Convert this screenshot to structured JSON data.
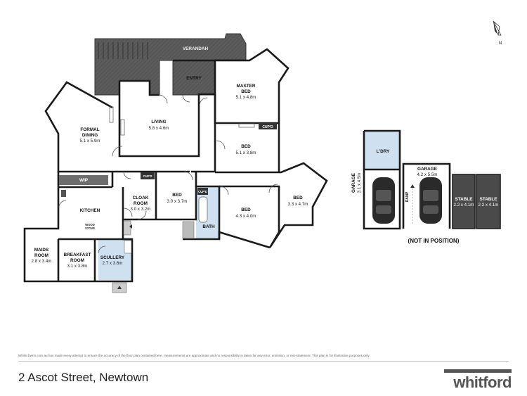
{
  "rooms": {
    "verandah": "VERANDAH",
    "entry": "ENTRY",
    "master_bed": {
      "name": [
        "MASTER",
        "BED"
      ],
      "size": "5.1 x 4.8m"
    },
    "living": {
      "name": "LIVING",
      "size": "5.8 x 4.6m"
    },
    "formal_dining": {
      "name": [
        "FORMAL",
        "DINING"
      ],
      "size": "5.1 x 5.9m"
    },
    "bed_2": {
      "name": "BED",
      "size": "5.1 x 3.8m"
    },
    "wip": "WIP",
    "cloak_room": {
      "name": [
        "CLOAK",
        "ROOM"
      ],
      "size": "3.0 x 3.2m"
    },
    "bed_3": {
      "name": "BED",
      "size": "3.0 x 3.7m"
    },
    "bed_4": {
      "name": "BED",
      "size": "4.3 x 4.0m"
    },
    "bed_5": {
      "name": "BED",
      "size": "3.3 x 4.7m"
    },
    "kitchen": "KITCHEN",
    "wood_stove": [
      "WOOD",
      "STOVE"
    ],
    "maids_room": {
      "name": [
        "MAIDS",
        "ROOM"
      ],
      "size": "2.8 x 3.4m"
    },
    "breakfast_room": {
      "name": [
        "BREAKFAST",
        "ROOM"
      ],
      "size": "3.1 x 3.8m"
    },
    "scullery": {
      "name": "SCULLERY",
      "size": "2.7 x 3.6m"
    },
    "bath": "BATH",
    "cupd": "CUP'D",
    "cupd_large": "CUP'D",
    "laundry": "L'DRY",
    "garage_small": {
      "name": "GARAGE",
      "size": "3.1 x 4.5m"
    },
    "garage_large": {
      "name": "GARAGE",
      "size": "4.2 x 5.5m"
    },
    "ramp": "RAMP",
    "stable_1": {
      "name": "STABLE",
      "size": "2.2 x 4.1m"
    },
    "stable_2": {
      "name": "STABLE",
      "size": "2.2 x 4.1m"
    },
    "not_in_position": "(NOT IN POSITION)"
  },
  "compass": {
    "label": "N"
  },
  "footer": {
    "disclaimer": "Whitst bwrm.com.au has made every attempt to ensure the accuracy of the floor plan contained here, measurements are approximate and no responsibility is taken for any error, omission, or mis-statement. This plan is for illustrative purposes only.",
    "address": "2 Ascot Street, Newtown",
    "logo": "whitford"
  },
  "colors": {
    "walls": "#1a1a1a",
    "verandah": "#5a5a5a",
    "wet_areas": "#cfe0f0",
    "stables": "#4a4a4a",
    "wip": "#6d6d6d"
  }
}
